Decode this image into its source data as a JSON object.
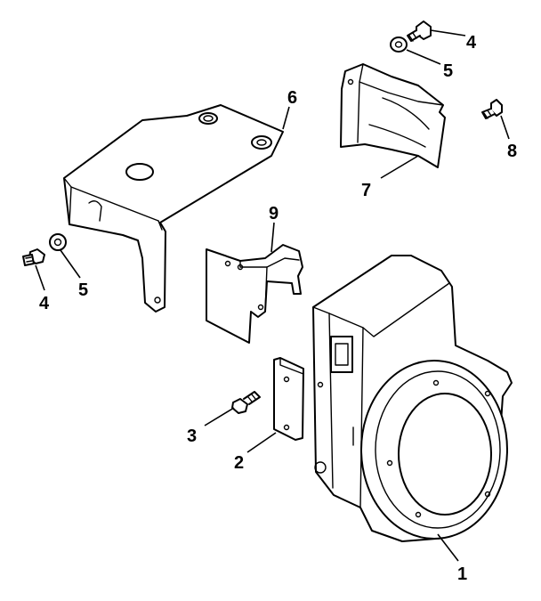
{
  "diagram": {
    "callouts": {
      "c1": "1",
      "c2": "2",
      "c3": "3",
      "c4a": "4",
      "c4b": "4",
      "c5a": "5",
      "c5b": "5",
      "c6": "6",
      "c7": "7",
      "c8": "8",
      "c9": "9"
    },
    "parts": [
      "blower-housing",
      "baffle-plate",
      "screw",
      "screw",
      "washer",
      "bracket",
      "air-baffle",
      "screw",
      "baffle"
    ]
  }
}
